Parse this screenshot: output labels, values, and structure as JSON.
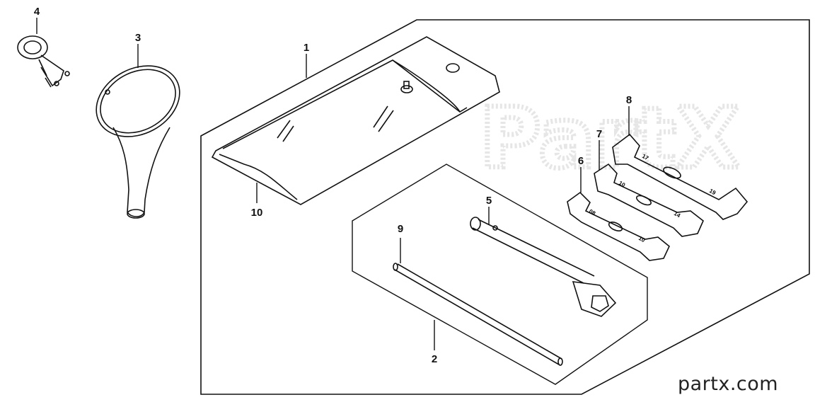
{
  "callouts": {
    "p1": "1",
    "p2": "2",
    "p3": "3",
    "p4": "4",
    "p5": "5",
    "p6": "6",
    "p7": "7",
    "p8": "8",
    "p9": "9",
    "p10": "10"
  },
  "wrench_stamps": {
    "w8_left": "17",
    "w8_right": "19",
    "w7_left": "10",
    "w7_right": "14",
    "w6_left": "08",
    "w6_right": "10"
  },
  "logo_mark_text": "PartX",
  "watermark": "partx.com",
  "colors": {
    "line": "#111111",
    "logo": "#e6e6e6"
  }
}
